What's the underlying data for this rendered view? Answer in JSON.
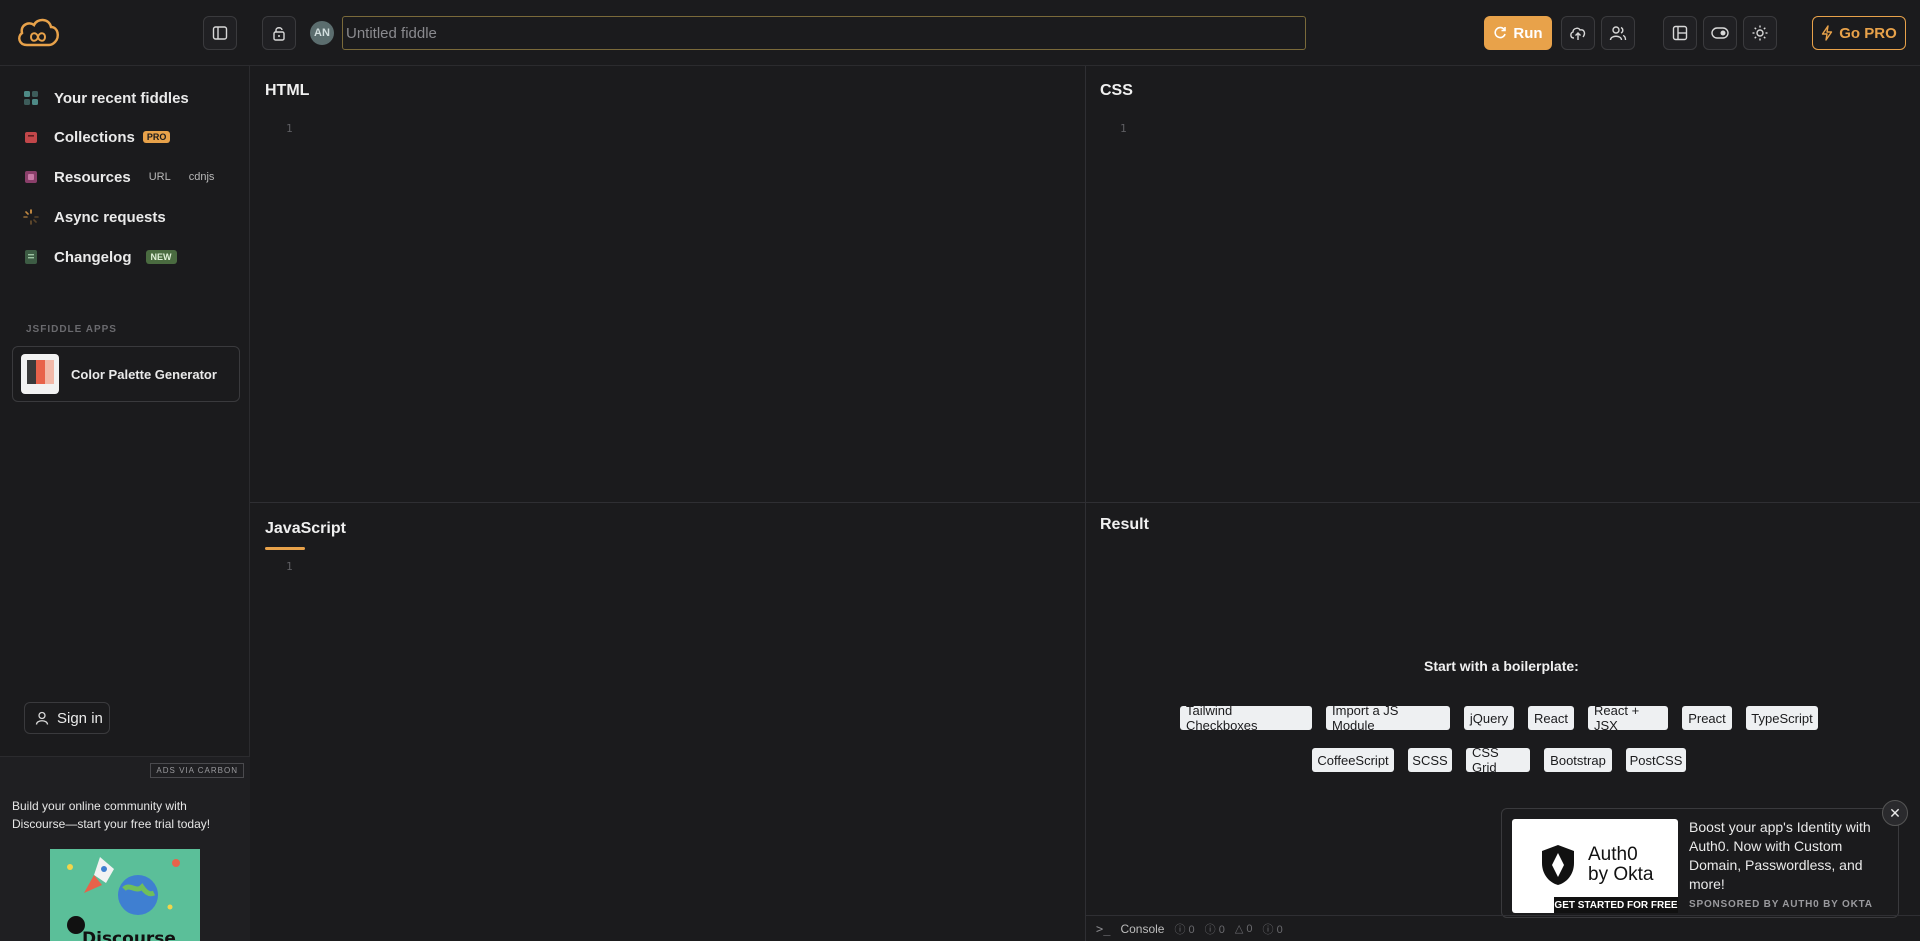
{
  "topbar": {
    "avatar_initials": "AN",
    "title_placeholder": "Untitled fiddle",
    "run_label": "Run",
    "gopro_label": "Go PRO"
  },
  "sidebar": {
    "recent_label": "Your recent fiddles",
    "collections_label": "Collections",
    "pro_badge": "PRO",
    "resources_label": "Resources",
    "resources_tag_url": "URL",
    "resources_tag_cdnjs": "cdnjs",
    "async_label": "Async requests",
    "changelog_label": "Changelog",
    "new_badge": "NEW",
    "apps_heading": "JSFIDDLE APPS",
    "app_color_palette": "Color Palette Generator",
    "signin_label": "Sign in"
  },
  "ad": {
    "label": "ADS VIA CARBON",
    "text": "Build your online community with Discourse—start your free trial today!",
    "brand": "Discourse"
  },
  "panes": {
    "html_title": "HTML",
    "css_title": "CSS",
    "js_title": "JavaScript",
    "result_title": "Result",
    "line_one": "1"
  },
  "result": {
    "boilerplate_title": "Start with a boilerplate:",
    "row1": [
      "Tailwind Checkboxes",
      "Import a JS Module",
      "jQuery",
      "React",
      "React + JSX",
      "Preact",
      "TypeScript"
    ],
    "row2": [
      "CoffeeScript",
      "SCSS",
      "CSS Grid",
      "Bootstrap",
      "PostCSS"
    ]
  },
  "promo": {
    "logo_line1": "Auth0",
    "logo_line2": "by Okta",
    "cta": "GET STARTED FOR FREE",
    "text": "Boost your app's Identity with Auth0. Now with Custom Domain, Passwordless, and more!",
    "sponsor": "SPONSORED BY AUTH0 BY OKTA"
  },
  "console": {
    "label": "Console",
    "counts": [
      "0",
      "0",
      "0",
      "0"
    ]
  },
  "colors": {
    "accent": "#e8a24a",
    "background": "#1b1b1d",
    "new_badge": "#4a6b40"
  }
}
